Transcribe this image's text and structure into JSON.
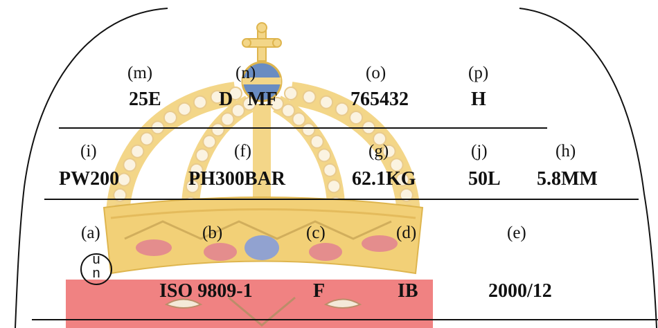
{
  "rows": {
    "top": {
      "labels": {
        "m": "(m)",
        "n": "(n)",
        "o": "(o)",
        "p": "(p)"
      },
      "values": {
        "m": "25E",
        "n": "D   MF",
        "o": "765432",
        "p": "H"
      }
    },
    "middle": {
      "labels": {
        "i": "(i)",
        "f": "(f)",
        "g": "(g)",
        "j": "(j)",
        "h": "(h)"
      },
      "values": {
        "i": "PW200",
        "f": "PH300BAR",
        "g": "62.1KG",
        "j": "50L",
        "h": "5.8MM"
      }
    },
    "bottom": {
      "labels": {
        "a": "(a)",
        "b": "(b)",
        "c": "(c)",
        "d": "(d)",
        "e": "(e)"
      },
      "values": {
        "b": "ISO 9809-1",
        "c": "F",
        "d": "IB",
        "e": "2000/12"
      }
    }
  },
  "un_mark": {
    "upper": "u",
    "lower": "n"
  },
  "colors": {
    "ink": "#111111",
    "crown_gold": "#f0c860",
    "crown_gold_dark": "#d9a930",
    "jewel_red": "#e07a7a",
    "jewel_blue": "#7e92c8",
    "band_red": "#ee6d6d",
    "orb_blue": "#4f79b8"
  }
}
